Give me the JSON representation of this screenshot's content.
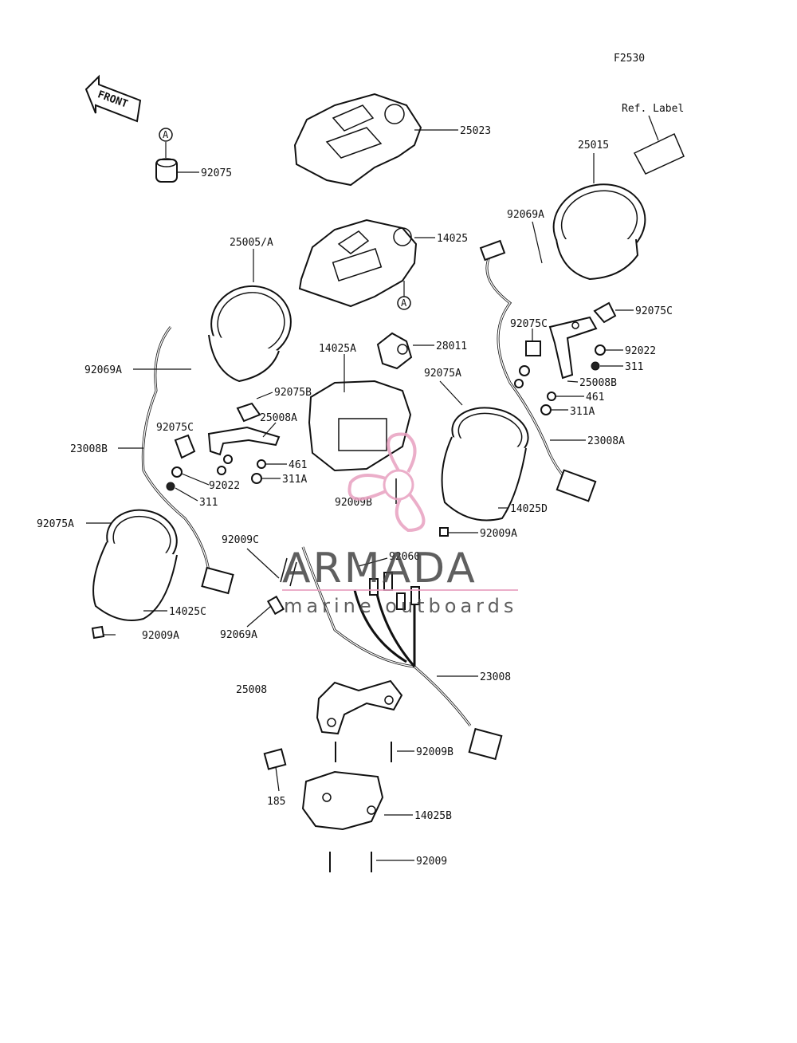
{
  "figure_code": "F2530",
  "front_arrow_label": "FRONT",
  "ref_label_caption": "Ref. Label",
  "circle_marker": "A",
  "labels": {
    "p25023": "25023",
    "p92075": "92075",
    "p25015": "25015",
    "p92069A_right": "92069A",
    "p14025": "14025",
    "p25005A": "25005/A",
    "p92075C_right": "92075C",
    "p92075C_right2": "92075C",
    "p92022_right": "92022",
    "p311_right": "311",
    "p25008B": "25008B",
    "p461_right": "461",
    "p311A_right": "311A",
    "p14025A": "14025A",
    "p28011": "28011",
    "p92075A_mid": "92075A",
    "p23008A": "23008A",
    "p92069A_left": "92069A",
    "p92075B": "92075B",
    "p25008A": "25008A",
    "p92075C_left": "92075C",
    "p23008B": "23008B",
    "p461_left": "461",
    "p92022_left": "92022",
    "p311A_left": "311A",
    "p311_left": "311",
    "p92009B_mid": "92009B",
    "p14025D": "14025D",
    "p92009A_right": "92009A",
    "p92075A_left": "92075A",
    "p92009C": "92009C",
    "p92060": "92060",
    "p14025C": "14025C",
    "p92009A_left": "92009A",
    "p92069A_bottom": "92069A",
    "p23008": "23008",
    "p25008": "25008",
    "p92009B_bottom": "92009B",
    "p185": "185",
    "p14025B": "14025B",
    "p92009": "92009"
  },
  "watermark": {
    "brand": "ARMADA",
    "tagline": "marine outboards",
    "accent_color": "#e8a0c0"
  }
}
